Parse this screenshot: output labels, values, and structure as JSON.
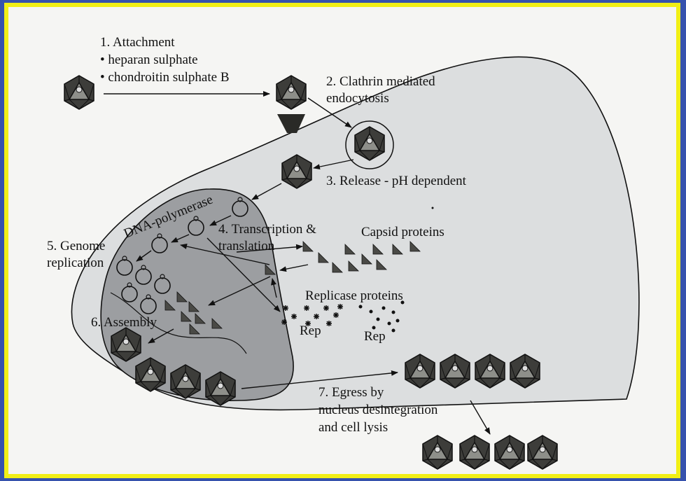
{
  "diagram": {
    "attachment": {
      "title": "1. Attachment",
      "item1": "• heparan sulphate",
      "item2": "• chondroitin sulphate B"
    },
    "endocytosis": {
      "line1": "2. Clathrin mediated",
      "line2": "endocytosis"
    },
    "release": "3. Release - pH dependent",
    "dna_polymerase": "DNA-polymerase",
    "transcription": {
      "line1": "4. Transcription &",
      "line2": "translation"
    },
    "capsid_proteins": "Capsid proteins",
    "genome_replication": {
      "line1": "5. Genome",
      "line2": "replication"
    },
    "replicase_proteins": "Replicase proteins",
    "rep_left": "Rep",
    "rep_right": "Rep",
    "assembly": "6. Assembly",
    "egress": {
      "line1": "7. Egress by",
      "line2": "nucleus desintegration",
      "line3": "and cell lysis"
    }
  },
  "colors": {
    "border": "#f1ef16",
    "background": "#3652ad",
    "panel": "#f5f5f3",
    "cell": "#dcdedf",
    "nucleus": "#9c9ea1",
    "virion": "#3d3d3a"
  },
  "icons": {
    "virion": "icosahedral-virion-icon",
    "protein": "triangle-protein-icon",
    "dna": "circular-dna-icon"
  }
}
